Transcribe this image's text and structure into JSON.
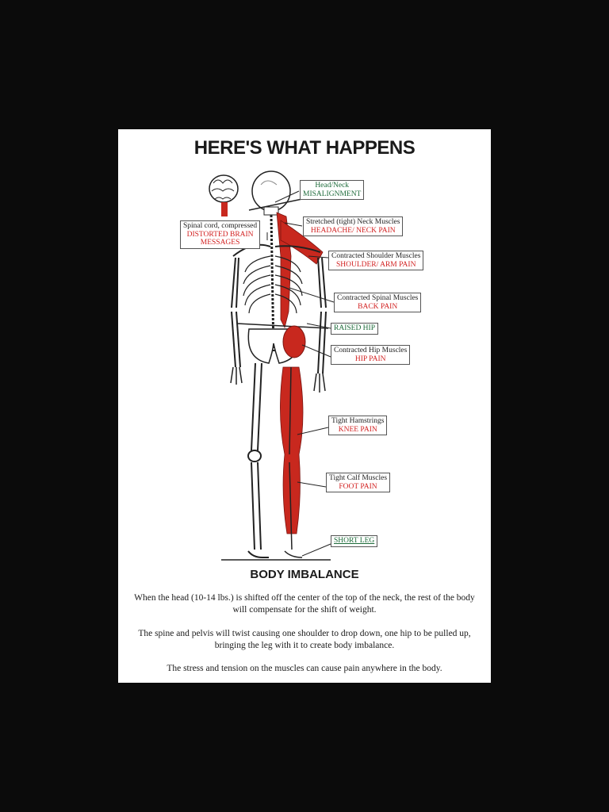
{
  "poster": {
    "title": "HERE'S WHAT HAPPENS",
    "labels": {
      "head_neck": {
        "top": "Head/Neck",
        "bottom": "MISALIGNMENT"
      },
      "spinal_cord": {
        "top": "Spinal cord, compressed",
        "red1": "DISTORTED BRAIN",
        "red2": "MESSAGES"
      },
      "neck_muscles": {
        "top": "Stretched (tight) Neck Muscles",
        "red": "HEADACHE/ NECK PAIN"
      },
      "shoulder": {
        "top": "Contracted Shoulder Muscles",
        "red": "SHOULDER/ ARM PAIN"
      },
      "spinal_muscles": {
        "top": "Contracted Spinal Muscles",
        "red": "BACK PAIN"
      },
      "raised_hip": {
        "green": "RAISED HIP"
      },
      "hip_muscles": {
        "top": "Contracted Hip Muscles",
        "red": "HIP PAIN"
      },
      "hamstrings": {
        "top": "Tight Hamstrings",
        "red": "KNEE PAIN"
      },
      "calf": {
        "top": "Tight Calf Muscles",
        "red": "FOOT PAIN"
      },
      "short_leg": {
        "green": "SHORT LEG"
      }
    },
    "body_heading": "BODY IMBALANCE",
    "paragraphs": [
      "When the head (10-14 lbs.) is shifted off the center of the top of the neck, the rest of the body will compensate for the shift of weight.",
      "The spine  and pelvis will twist causing one shoulder to drop down, one hip to be pulled up, bringing the leg with it to create body imbalance.",
      "The stress and tension on the muscles can cause pain anywhere in the body."
    ],
    "colors": {
      "red": "#d21f1f",
      "green": "#1d6b3a",
      "muscle": "#c8281e"
    }
  }
}
